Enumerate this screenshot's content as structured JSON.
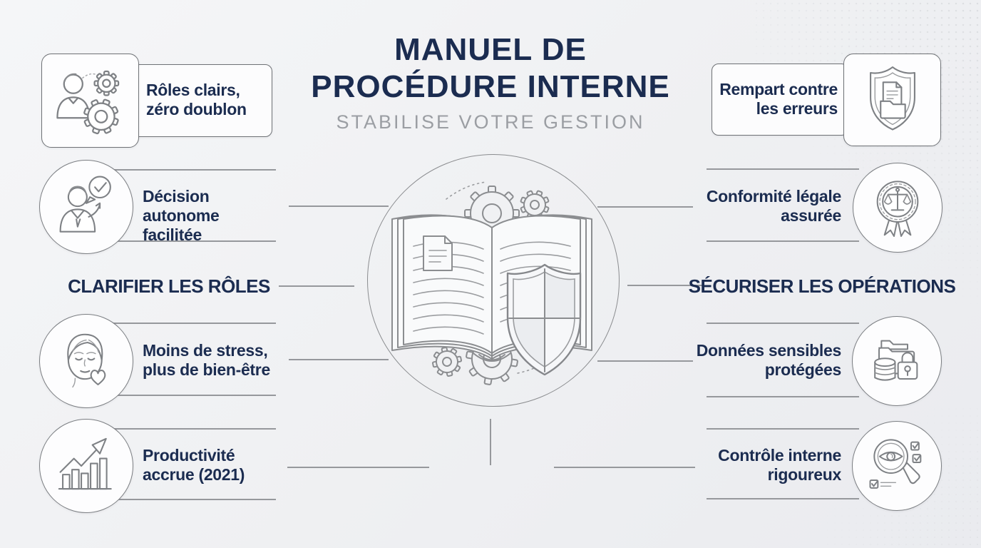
{
  "header": {
    "title_line1": "MANUEL DE",
    "title_line2": "PROCÉDURE INTERNE",
    "subtitle": "STABILISE VOTRE GESTION"
  },
  "left_section": {
    "heading": "CLARIFIER LES RÔLES",
    "items": [
      {
        "line1": "Rôles clairs,",
        "line2": "zéro doublon",
        "icon": "person-gears-icon"
      },
      {
        "line1": "Décision autonome",
        "line2": "facilitée",
        "icon": "person-check-icon"
      },
      {
        "line1": "Moins de stress,",
        "line2": "plus de bien-être",
        "icon": "calm-face-heart-icon"
      },
      {
        "line1": "Productivité",
        "line2": "accrue (2021)",
        "icon": "growth-chart-icon"
      }
    ]
  },
  "right_section": {
    "heading": "SÉCURISER LES OPÉRATIONS",
    "items": [
      {
        "line1": "Rempart contre",
        "line2": "les erreurs",
        "icon": "shield-documents-icon"
      },
      {
        "line1": "Conformité légale",
        "line2": "assurée",
        "icon": "legal-badge-icon"
      },
      {
        "line1": "Données sensibles",
        "line2": "protégées",
        "icon": "database-lock-icon"
      },
      {
        "line1": "Contrôle interne",
        "line2": "rigoureux",
        "icon": "audit-magnifier-icon"
      }
    ]
  },
  "center": {
    "illustration": "open-book-shield-gears"
  },
  "colors": {
    "navy": "#1b2c50",
    "line_gray": "#96989c",
    "icon_stroke": "#7e8185",
    "subtitle_gray": "#9b9ea3",
    "background": "#eff0f2",
    "card_border": "#6f7276"
  }
}
